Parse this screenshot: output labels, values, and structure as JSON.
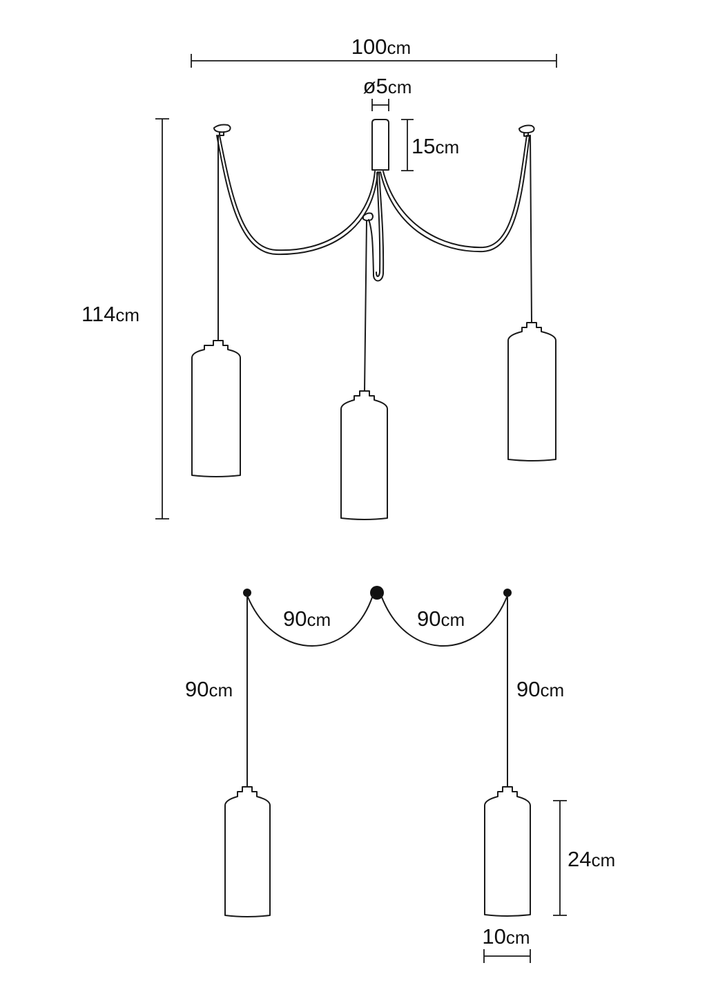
{
  "colors": {
    "line": "#1a1a1a",
    "background": "#ffffff"
  },
  "labels": {
    "total_width": {
      "value": "100",
      "unit": "cm"
    },
    "canopy_diameter": {
      "value": "ø5",
      "unit": "cm"
    },
    "canopy_height": {
      "value": "15",
      "unit": "cm"
    },
    "total_height": {
      "value": "114",
      "unit": "cm"
    },
    "cable_left_arc": {
      "value": "90",
      "unit": "cm"
    },
    "cable_right_arc": {
      "value": "90",
      "unit": "cm"
    },
    "cable_left_drop": {
      "value": "90",
      "unit": "cm"
    },
    "cable_right_drop": {
      "value": "90",
      "unit": "cm"
    },
    "shade_height": {
      "value": "24",
      "unit": "cm"
    },
    "shade_width": {
      "value": "10",
      "unit": "cm"
    }
  }
}
